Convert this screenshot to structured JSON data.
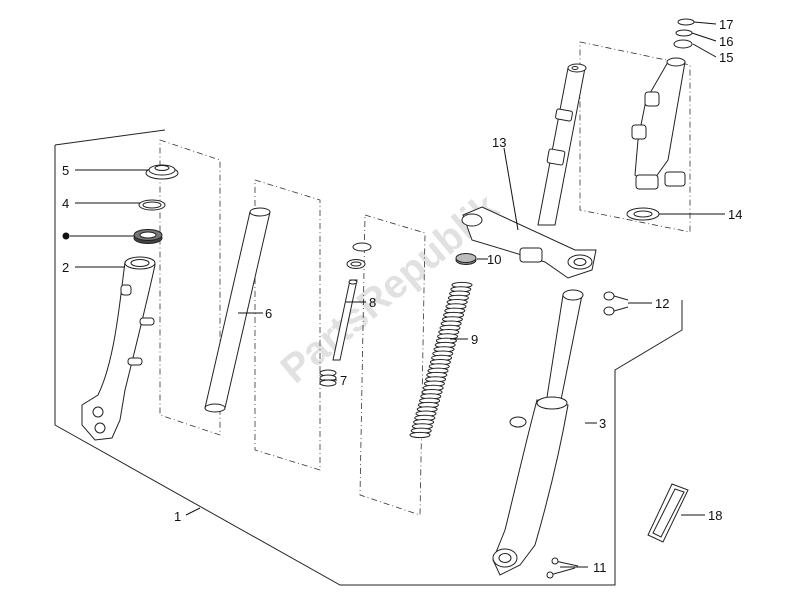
{
  "watermark": "PartsRepublik",
  "callouts": [
    {
      "id": "c1",
      "label": "1"
    },
    {
      "id": "c2",
      "label": "2"
    },
    {
      "id": "c3",
      "label": "3"
    },
    {
      "id": "c4",
      "label": "4"
    },
    {
      "id": "c5",
      "label": "5"
    },
    {
      "id": "c6",
      "label": "6"
    },
    {
      "id": "c7",
      "label": "7"
    },
    {
      "id": "c8",
      "label": "8"
    },
    {
      "id": "c9",
      "label": "9"
    },
    {
      "id": "c10",
      "label": "10"
    },
    {
      "id": "c11",
      "label": "11"
    },
    {
      "id": "c12",
      "label": "12"
    },
    {
      "id": "c13",
      "label": "13"
    },
    {
      "id": "c14",
      "label": "14"
    },
    {
      "id": "c15",
      "label": "15"
    },
    {
      "id": "c16",
      "label": "16"
    },
    {
      "id": "c17",
      "label": "17"
    },
    {
      "id": "c18",
      "label": "18"
    }
  ]
}
